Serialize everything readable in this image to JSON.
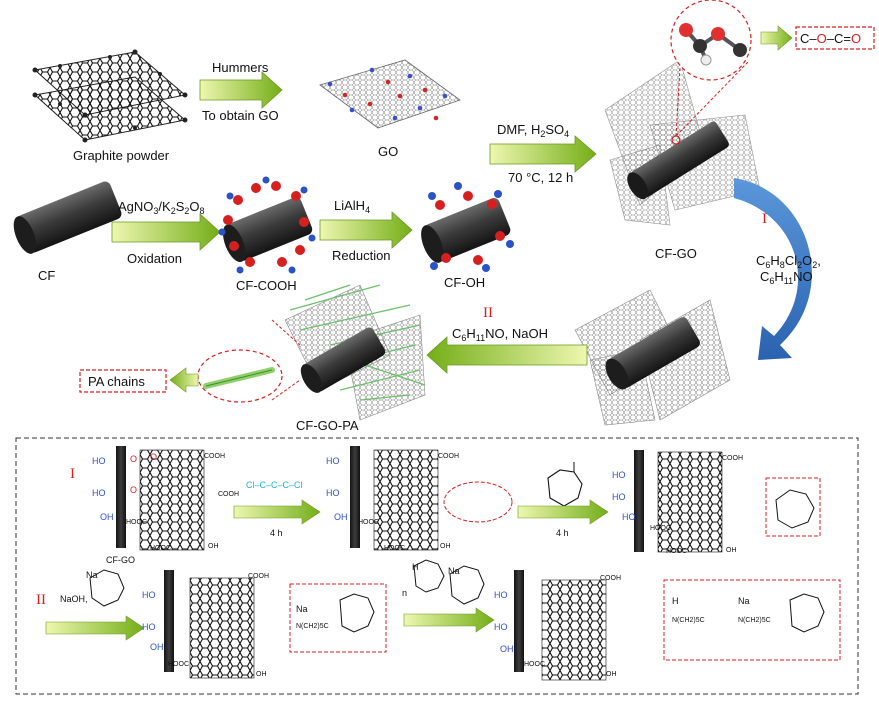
{
  "colors": {
    "arrow_fill_start": "#e8f39a",
    "arrow_fill_end": "#7cb51e",
    "curve_arrow": "#3b78c4",
    "oxygen_red": "#d62020",
    "hydrogen_blue": "#2c52c8",
    "acyl_cyan": "#19b5d8",
    "fiber": "#2e2e2e"
  },
  "top": {
    "graphite_label": "Graphite powder",
    "hummers_label": "Hummers",
    "obtain_label": "To obtain GO",
    "go_label": "GO",
    "dmf_label_a": "DMF, H",
    "dmf_label_sub": "2",
    "dmf_label_b": "SO",
    "dmf_label_sub2": "4",
    "temp_label": "70 °C, 12 h",
    "ester_box": "C–O–C=O",
    "ester_c1": "C–",
    "ester_o": "O",
    "ester_c2": "–C=",
    "ester_o2": "O",
    "cf_label": "CF",
    "oxidant_label": "AgNO3/K2S2O8",
    "oxidation_label": "Oxidation",
    "cfcooh_label": "CF-COOH",
    "lialh4_label": "LiAlH4",
    "reduction_label": "Reduction",
    "cfoh_label": "CF-OH",
    "cfgo_label": "CF-GO",
    "step1_roman": "I",
    "reagent1a": "C6H8Cl2O2,",
    "reagent1b": "C6H11NO",
    "step2_roman": "II",
    "reagent2": "C6H11NO, NaOH",
    "pa_chains_label": "PA chains",
    "cfgopa_label": "CF-GO-PA"
  },
  "bottom": {
    "row1_roman": "I",
    "row2_roman": "II",
    "cf_go_small": "CF-GO",
    "time1": "4 h",
    "time2": "4 h",
    "naoh_label": "NaOH,",
    "cooh": "COOH",
    "hooc": "HOOC",
    "ho": "HO",
    "oh": "OH",
    "na_plus": "Na",
    "acyl_chloride": "Cl–C–C–C–Cl",
    "nch2": "N(CH2)5C",
    "nh": "H",
    "n_letter": "n"
  }
}
